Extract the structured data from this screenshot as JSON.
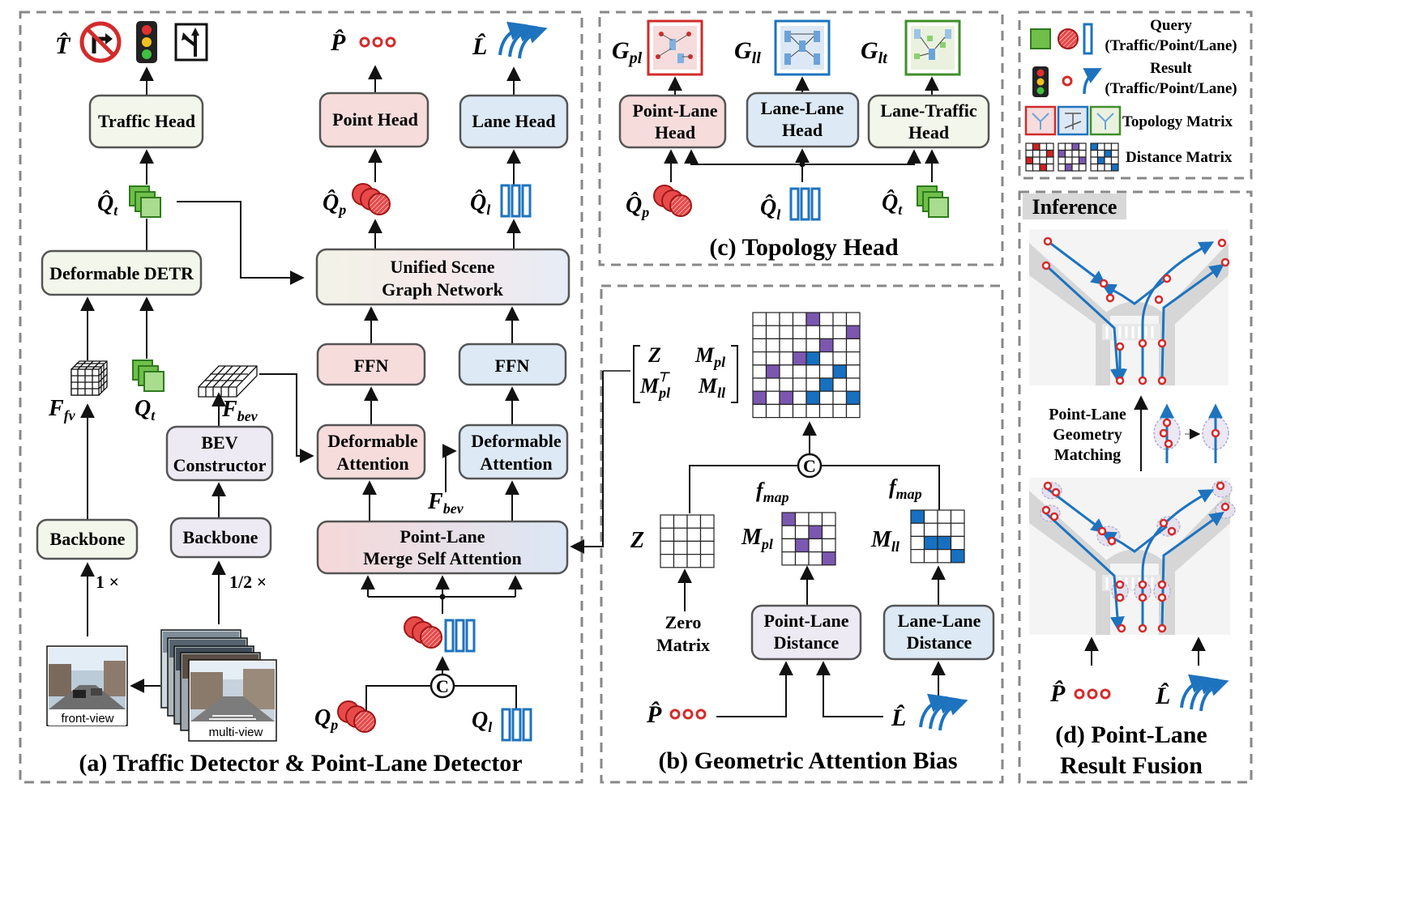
{
  "panels": {
    "a": {
      "caption": "(a) Traffic Detector & Point-Lane Detector",
      "boxes": {
        "traffic_head": "Traffic Head",
        "point_head": "Point Head",
        "lane_head": "Lane Head",
        "deformable_detr": "Deformable DETR",
        "unified_1": "Unified Scene",
        "unified_2": "Graph Network",
        "ffn_point": "FFN",
        "ffn_lane": "FFN",
        "def_att_point_1": "Deformable",
        "def_att_point_2": "Attention",
        "def_att_lane_1": "Deformable",
        "def_att_lane_2": "Attention",
        "bev_1": "BEV",
        "bev_2": "Constructor",
        "backbone_front": "Backbone",
        "backbone_multi": "Backbone",
        "merge_1": "Point-Lane",
        "merge_2": "Merge Self Attention"
      },
      "labels": {
        "scale_front": "1 ×",
        "scale_multi": "1/2 ×",
        "front_view": "front-view",
        "multi_view": "multi-view",
        "concat": "C"
      },
      "symbols": {
        "T_hat": "T̂",
        "P_hat": "P̂",
        "L_hat": "L̂",
        "Q": "Q",
        "F": "F",
        "t": "t",
        "p": "p",
        "l": "l",
        "fv": "fv",
        "bev": "bev"
      }
    },
    "b": {
      "caption": "(b) Geometric Attention Bias",
      "boxes": {
        "pl_dist_1": "Point-Lane",
        "pl_dist_2": "Distance",
        "ll_dist_1": "Lane-Lane",
        "ll_dist_2": "Distance"
      },
      "labels": {
        "zero_1": "Zero",
        "zero_2": "Matrix",
        "Z": "Z",
        "M": "M",
        "pl": "pl",
        "ll": "ll",
        "top": "⊤",
        "f": "f",
        "map": "map",
        "concat": "C"
      }
    },
    "c": {
      "caption": "(c) Topology Head",
      "boxes": {
        "pl_head_1": "Point-Lane",
        "pl_head_2": "Head",
        "ll_head_1": "Lane-Lane",
        "ll_head_2": "Head",
        "lt_head_1": "Lane-Traffic",
        "lt_head_2": "Head"
      },
      "labels": {
        "G": "G",
        "pl": "pl",
        "ll": "ll",
        "lt": "lt"
      }
    },
    "legend": {
      "query_1": "Query",
      "query_2": "(Traffic/Point/Lane)",
      "result_1": "Result",
      "result_2": "(Traffic/Point/Lane)",
      "topology": "Topology Matrix",
      "distance": "Distance Matrix"
    },
    "d": {
      "tag": "Inference",
      "match_1": "Point-Lane",
      "match_2": "Geometry",
      "match_3": "Matching",
      "caption_1": "(d) Point-Lane",
      "caption_2": "Result Fusion"
    }
  },
  "colors": {
    "green_box": "#f3f6ea",
    "pink_box": "#f7dcdc",
    "blue_box": "#dde9f5",
    "lavender_box": "#eeeaf3",
    "unified_box": "#f4eeee",
    "red_point": "#d22b2b",
    "lane_blue": "#1e73be",
    "green_query": "#6fbf4a",
    "purple_cell": "#7b57b0",
    "blue_cell": "#1770c0"
  }
}
